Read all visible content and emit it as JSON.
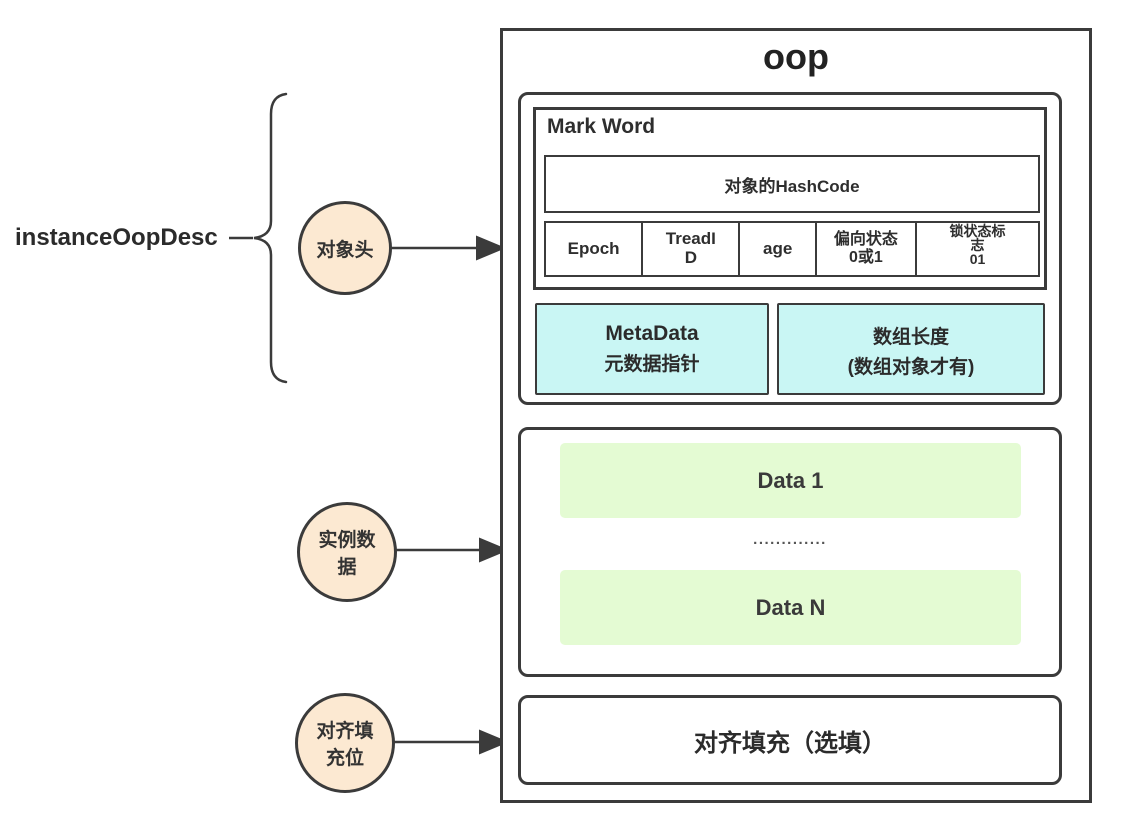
{
  "diagram": {
    "left_label": "instanceOopDesc",
    "title": "oop",
    "circles": [
      {
        "label": "对象头"
      },
      {
        "label": "实例数\n据"
      },
      {
        "label": "对齐填\n充位"
      }
    ],
    "header": {
      "mark_word_label": "Mark Word",
      "hashcode_label": "对象的HashCode",
      "cells": [
        "Epoch",
        "TreadI\nD",
        "age",
        "偏向状态\n0或1",
        "锁状态标\n志\n01"
      ],
      "metadata": {
        "line1": "MetaData",
        "line2": "元数据指针"
      },
      "array_length": {
        "line1": "数组长度",
        "line2": "(数组对象才有)"
      }
    },
    "instance": {
      "data1": "Data 1",
      "dots": ".............",
      "dataN": "Data N"
    },
    "padding_label": "对齐填充（选填）",
    "colors": {
      "border": "#3b3b3b",
      "circle_fill": "#fce9d2",
      "metadata_fill": "#c9f6f4",
      "data_fill": "#e4fbd3"
    }
  }
}
